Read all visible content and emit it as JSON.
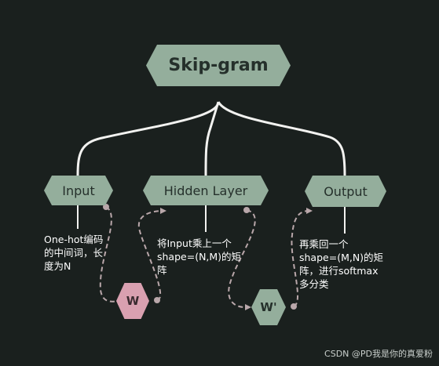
{
  "title": "Skip-gram",
  "nodes": {
    "input": "Input",
    "hidden": "Hidden Layer",
    "output": "Output",
    "w": "W",
    "w_prime": "W'"
  },
  "notes": {
    "input": "One-hot编码\n的中间词，长\n度为N",
    "hidden": "将Input乘上一个\nshape=(N,M)的矩\n阵",
    "output": "再乘回一个\nshape=(M,N)的矩\n阵，进行softmax\n多分类"
  },
  "watermark": "CSDN @PD我是你的真爱粉",
  "colors": {
    "background": "#1a201e",
    "node_fill": "#94ae9c",
    "w_fill": "#d9a0b0",
    "w_prime_fill": "#94ae9c",
    "line": "#f2f2f0",
    "dashed": "#b9a7aa"
  }
}
